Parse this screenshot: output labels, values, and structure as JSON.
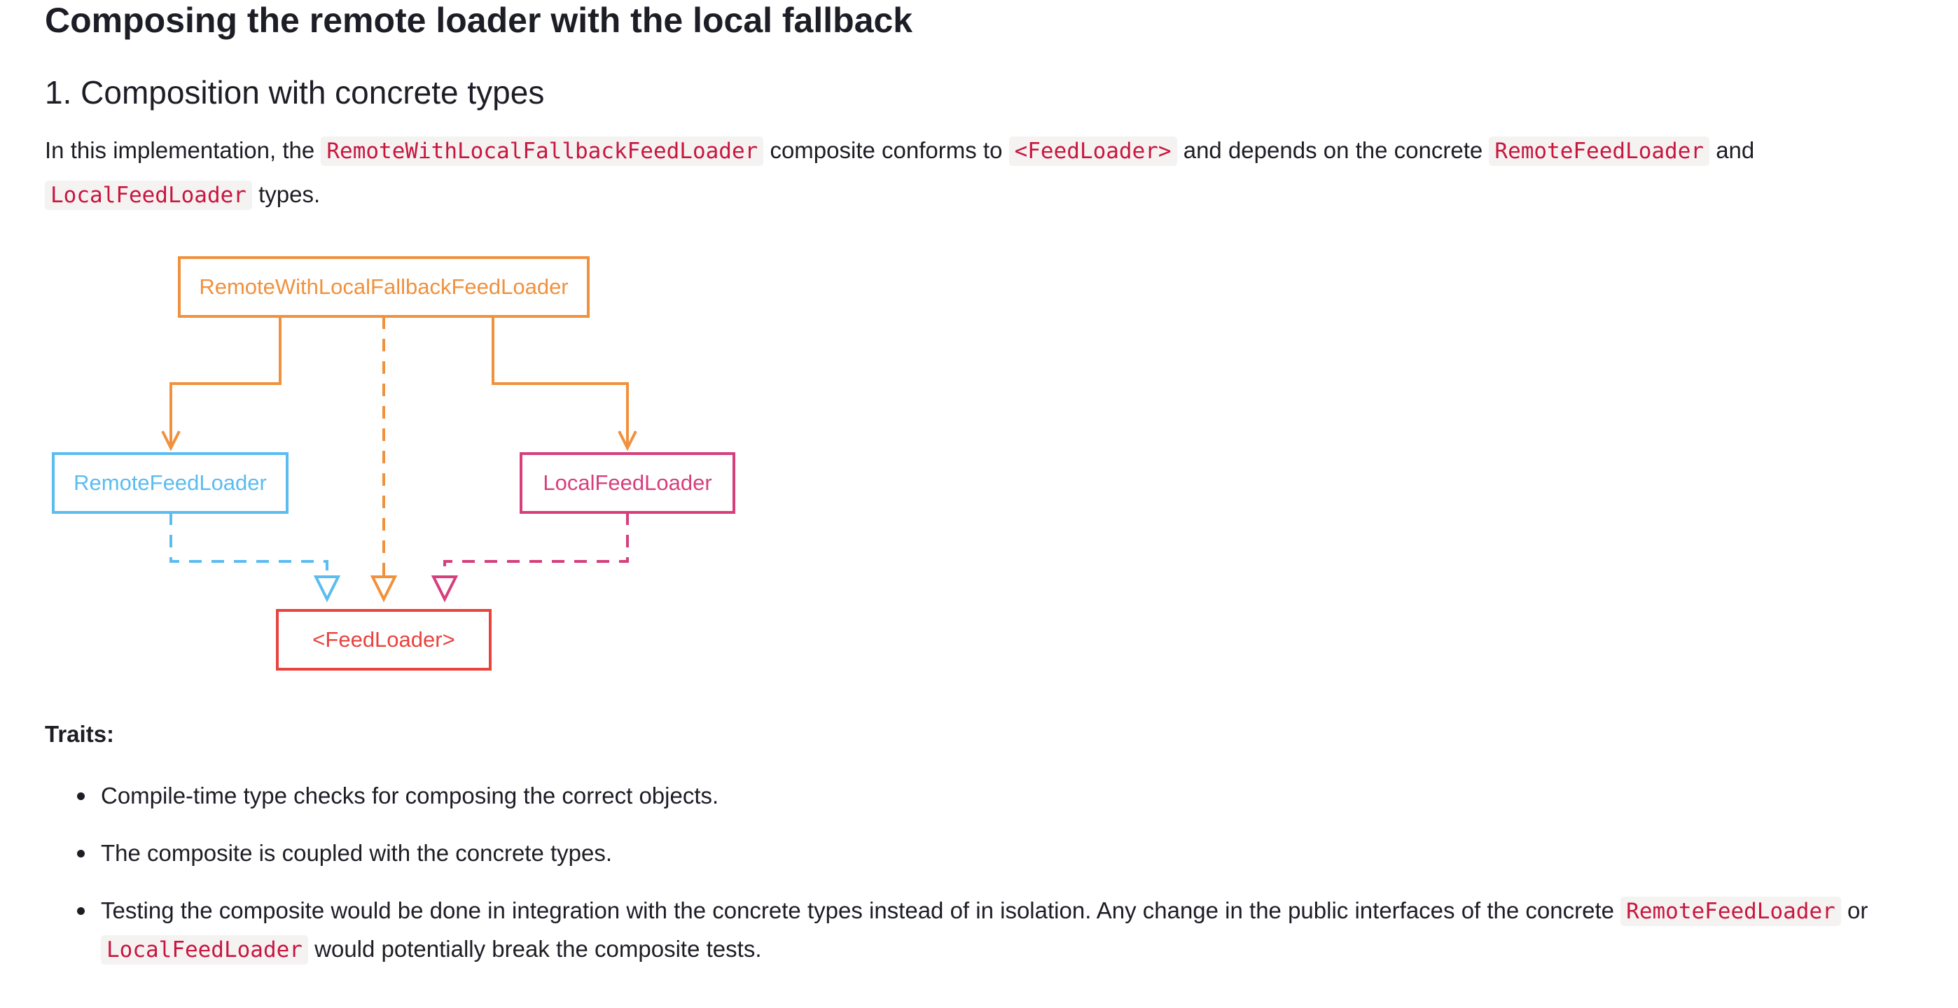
{
  "heading": "Composing the remote loader with the local fallback",
  "subheading": "1. Composition with concrete types",
  "intro": {
    "t1": "In this implementation, the ",
    "c1": "RemoteWithLocalFallbackFeedLoader",
    "t2": " composite conforms to ",
    "c2": "<FeedLoader>",
    "t3": " and depends on the concrete ",
    "c3": "RemoteFeedLoader",
    "t4": " and ",
    "c4": "LocalFeedLoader",
    "t5": " types."
  },
  "diagram": {
    "composite": "RemoteWithLocalFallbackFeedLoader",
    "remote": "RemoteFeedLoader",
    "local": "LocalFeedLoader",
    "protocol": "<FeedLoader>",
    "colors": {
      "composite": "#f0913e",
      "remote": "#5bbcf0",
      "local": "#d63f7c",
      "protocol": "#e8433e"
    }
  },
  "traits_label": "Traits:",
  "traits": [
    {
      "text": "Compile-time type checks for composing the correct objects."
    },
    {
      "text": "The composite is coupled with the concrete types."
    },
    {
      "t1": "Testing the composite would be done in integration with the concrete types instead of in isolation. Any change in the public interfaces of the concrete ",
      "c1": "RemoteFeedLoader",
      "t2": " or ",
      "c2": "LocalFeedLoader",
      "t3": " would potentially break the composite tests."
    }
  ]
}
